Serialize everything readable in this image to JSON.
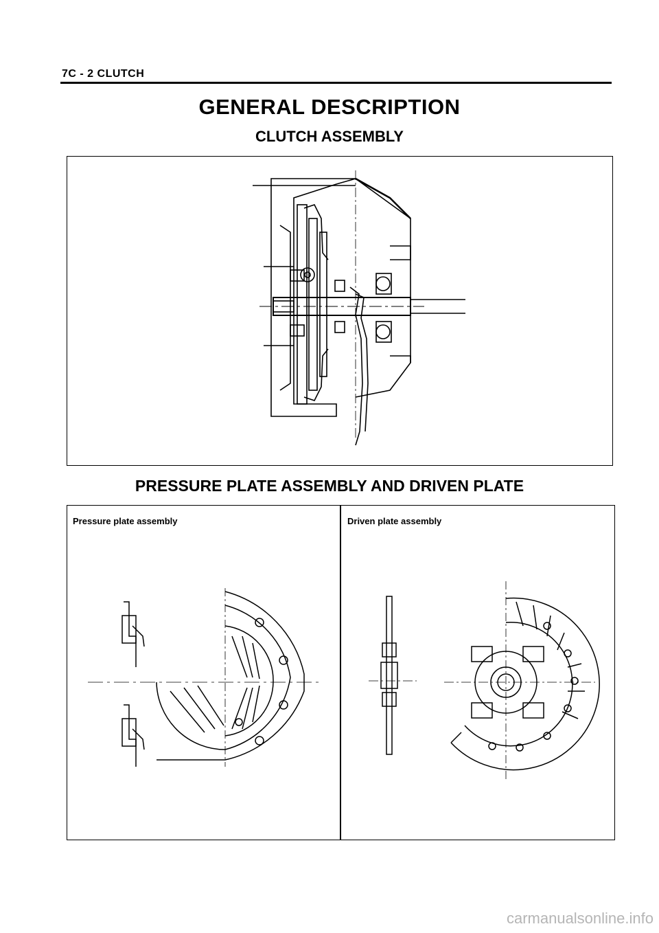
{
  "header": {
    "section": "7C - 2  CLUTCH"
  },
  "titles": {
    "main": "GENERAL DESCRIPTION",
    "clutch_assembly": "CLUTCH ASSEMBLY",
    "pressure_section": "PRESSURE PLATE ASSEMBLY AND DRIVEN PLATE"
  },
  "panels": {
    "pressure_plate_label": "Pressure plate assembly",
    "driven_plate_label": "Driven plate assembly"
  },
  "watermark": "carmanualsonline.info"
}
